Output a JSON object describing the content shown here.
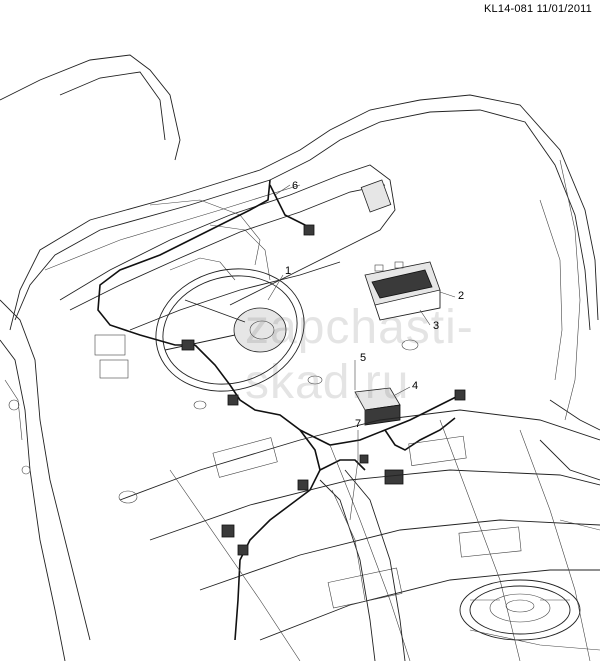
{
  "header": {
    "code": "KL14-081 11/01/2011"
  },
  "watermark": {
    "text": "zapchasti-skad.ru"
  },
  "callouts": [
    "1",
    "2",
    "3",
    "4",
    "5",
    "6",
    "7"
  ]
}
